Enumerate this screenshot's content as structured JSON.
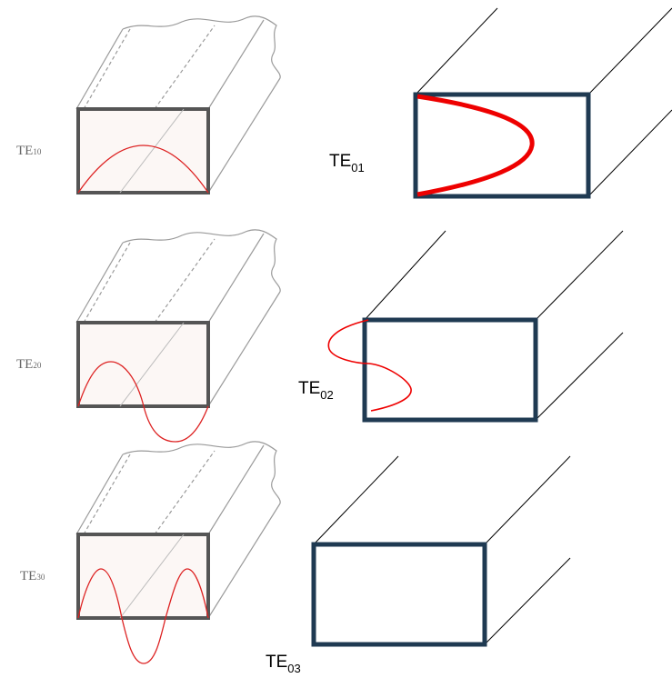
{
  "labels": {
    "te10": {
      "main": "TE",
      "sub": "10"
    },
    "te20": {
      "main": "TE",
      "sub": "20"
    },
    "te30": {
      "main": "TE",
      "sub": "30"
    },
    "te01": {
      "main": "TE",
      "sub": "01"
    },
    "te02": {
      "main": "TE",
      "sub": "02"
    },
    "te03": {
      "main": "TE",
      "sub": "03"
    }
  },
  "colors": {
    "field_line": "#ff0000",
    "waveguide_frame_left": "#555555",
    "waveguide_frame_right": "#1f3a52",
    "background_fill_left": "#fcf7f5"
  }
}
